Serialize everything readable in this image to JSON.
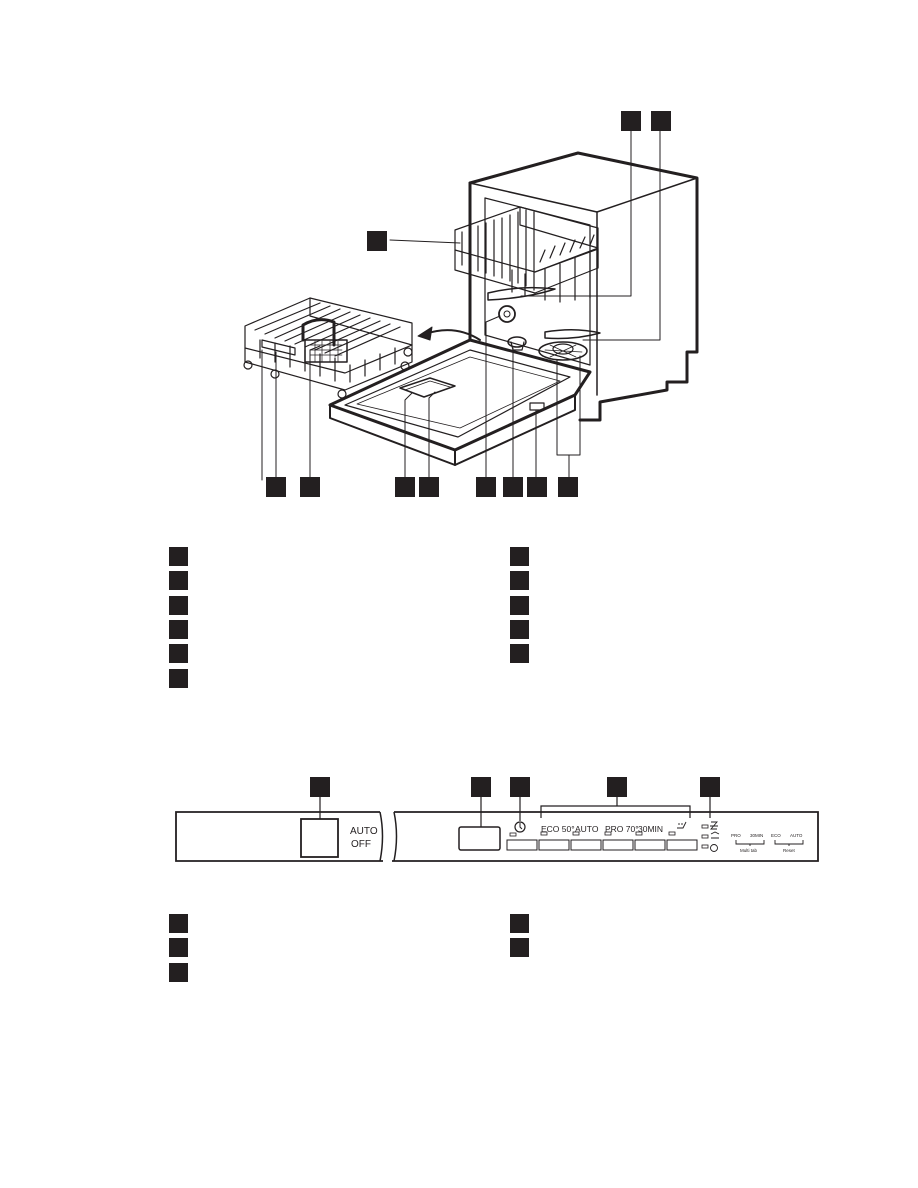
{
  "panel": {
    "auto": "AUTO",
    "off": "OFF",
    "programs": [
      "ECO 50°",
      "AUTO",
      "PRO 70°",
      "30MIN"
    ],
    "option_labels": {
      "pro": "PRO",
      "min30": "30MIN",
      "multitab": "Multi tab",
      "eco": "ECO",
      "auto2": "AUTO",
      "reset": "Reset"
    }
  },
  "colors": {
    "ink": "#231f20",
    "background": "#ffffff"
  },
  "icons": [
    "delay-start-icon",
    "program-wash-icon",
    "salt-indicator-icon",
    "rinse-aid-indicator-icon",
    "tap-icon"
  ]
}
